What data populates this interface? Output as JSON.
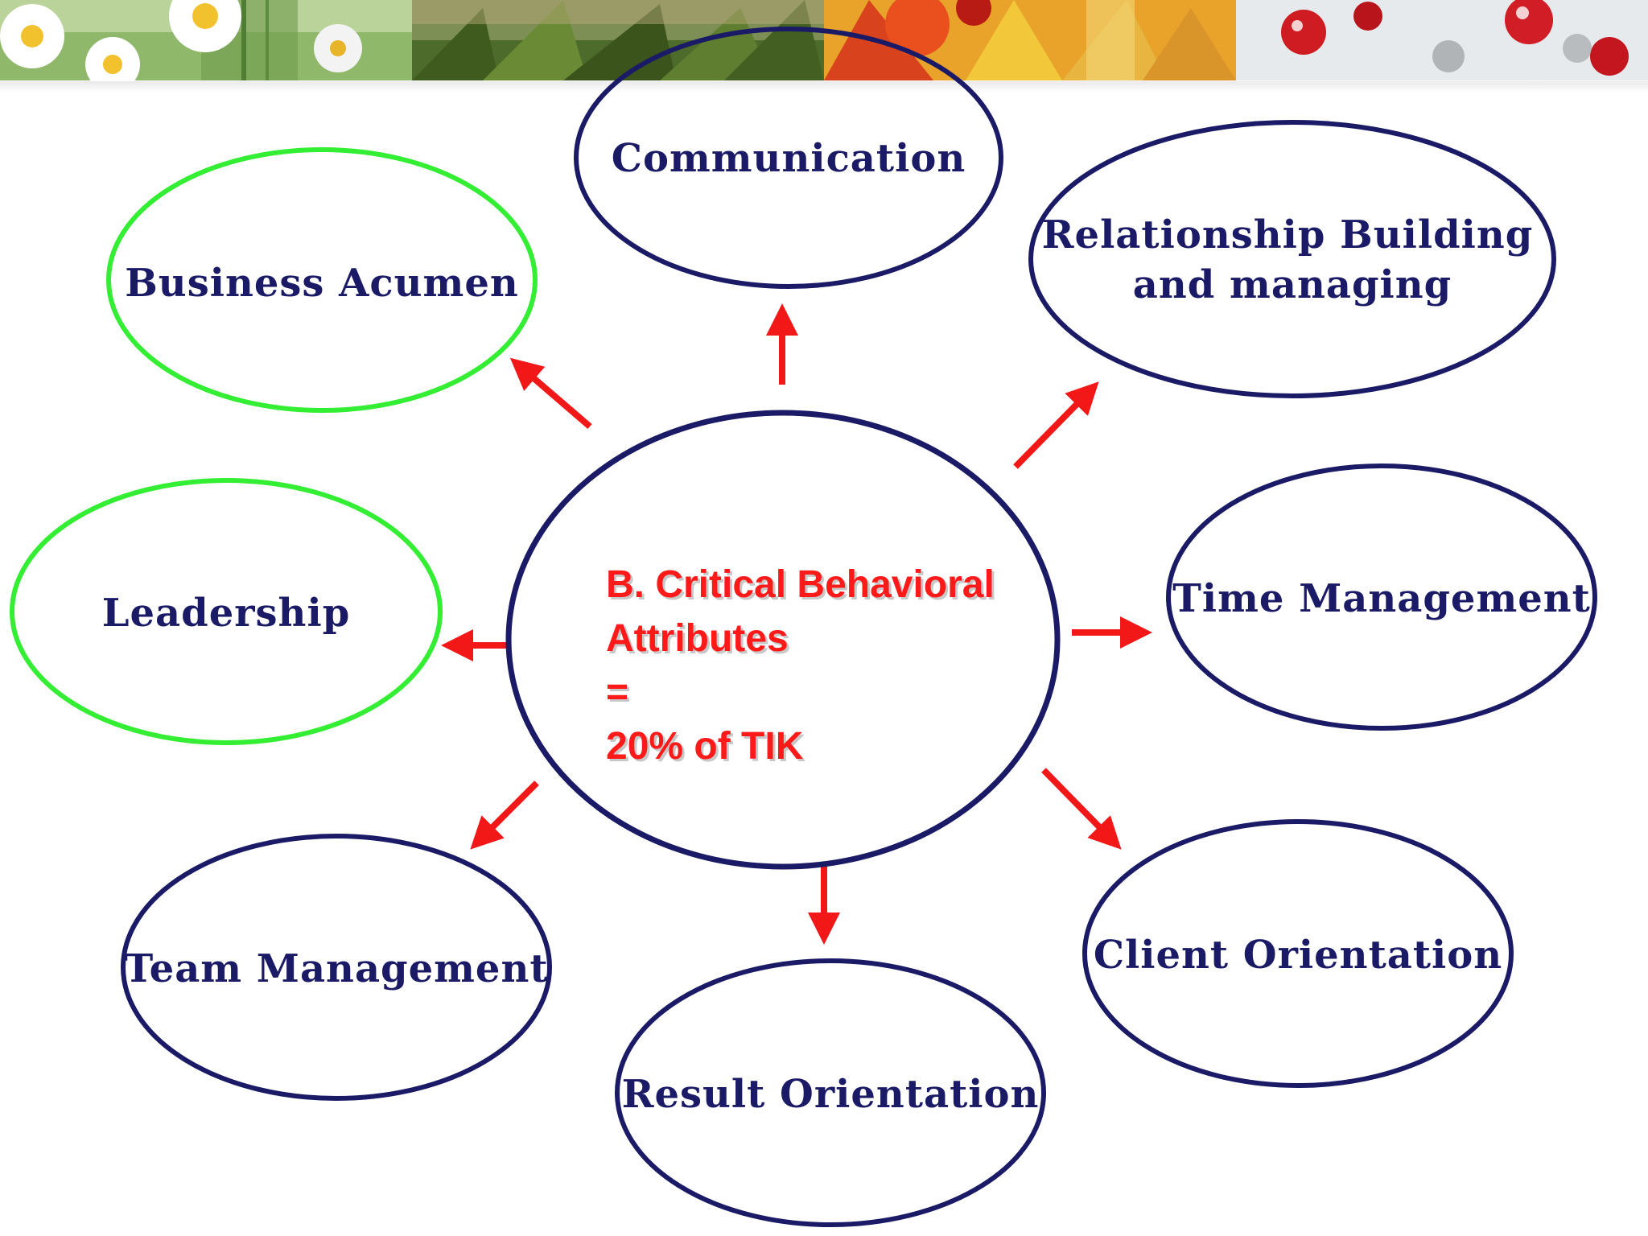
{
  "colors": {
    "navy_outline": "#1a1a66",
    "green_outline": "#33ee33",
    "arrow_red": "#f21818",
    "center_text_red": "#ff1a1a",
    "label_navy": "#1a1a66"
  },
  "banner": {
    "segments": [
      "daisy-flowers",
      "palm-leaves",
      "autumn-leaves",
      "winter-berries-frost"
    ]
  },
  "center": {
    "line1": "B. Critical Behavioral",
    "line2": "Attributes",
    "line3": "=",
    "line4": "20% of TIK"
  },
  "nodes": {
    "communication": {
      "label": "Communication"
    },
    "business_acumen": {
      "label": "Business Acumen"
    },
    "relationship": {
      "line1": "Relationship Building",
      "line2": "and managing"
    },
    "leadership": {
      "label": "Leadership"
    },
    "time_management": {
      "label": "Time Management"
    },
    "team_management": {
      "label": "Team Management"
    },
    "result_orientation": {
      "label": "Result Orientation"
    },
    "client_orientation": {
      "label": "Client Orientation"
    }
  }
}
